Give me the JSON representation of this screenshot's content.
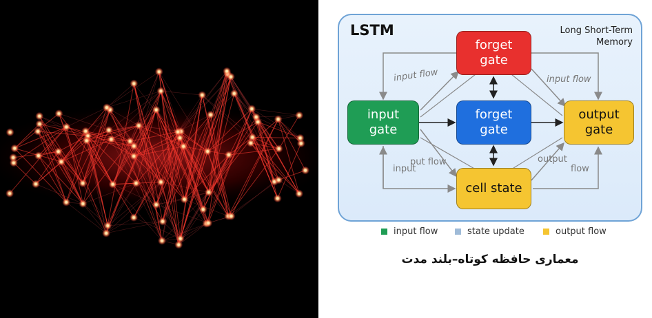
{
  "diagram": {
    "title": "LSTM",
    "subtitle_line1": "Long Short-Term",
    "subtitle_line2": "Memory",
    "boxes": {
      "forget_top": {
        "line1": "forget",
        "line2": "gate",
        "color": "#e8302e"
      },
      "input": {
        "line1": "input",
        "line2": "gate",
        "color": "#1f9d55"
      },
      "forget_mid": {
        "line1": "forget",
        "line2": "gate",
        "color": "#1f6fde"
      },
      "output": {
        "line1": "output",
        "line2": "gate",
        "color": "#f5c531"
      },
      "cell": {
        "line1": "cell state",
        "color": "#f5c531"
      }
    },
    "flow_labels": {
      "top_left": "input flow",
      "top_right": "input flow",
      "bottom_left_a": "input",
      "bottom_left_b": "put flow",
      "bottom_right_a": "output",
      "bottom_right_b": "flow"
    },
    "legend": [
      {
        "label": "input flow",
        "color": "#1f9d55"
      },
      {
        "label": "state update",
        "color": "#9fbbd8"
      },
      {
        "label": "output flow",
        "color": "#f5c531"
      }
    ]
  },
  "caption": "معماری حافظه کوتاه–بلند مدت",
  "colors": {
    "network_glow": "#ff2a2a",
    "node_glow": "#ffcc88",
    "card_border": "#6fa3d6"
  }
}
